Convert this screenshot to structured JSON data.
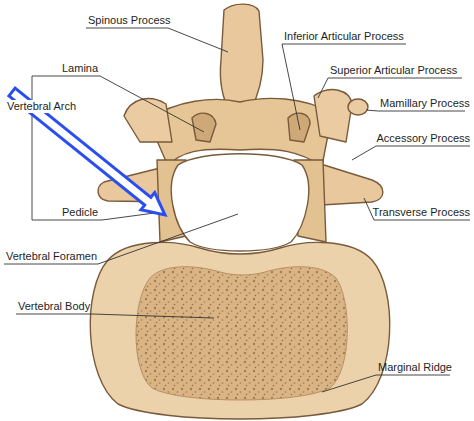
{
  "diagram": {
    "labels": [
      "Spinous Process",
      "Inferior Articular Process",
      "Lamina",
      "Superior Articular Process",
      "Mamillary Process",
      "Vertebral Arch",
      "Accessory Process",
      "Transverse Process",
      "Pedicle",
      "Vertebral Foramen",
      "Vertebral Body",
      "Marginal Ridge"
    ]
  }
}
